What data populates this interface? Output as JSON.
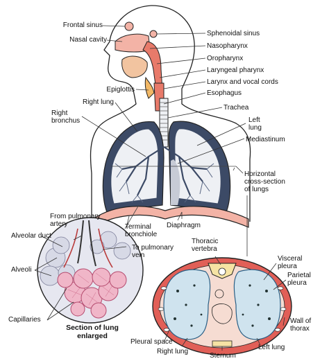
{
  "labels": {
    "frontal_sinus": "Frontal sinus",
    "nasal_cavity": "Nasal cavity",
    "sphenoidal_sinus": "Sphenoidal sinus",
    "nasopharynx": "Nasopharynx",
    "oropharynx": "Oropharynx",
    "laryngeal_pharynx": "Laryngeal pharynx",
    "larynx_vocal_cords": "Larynx and vocal cords",
    "epiglottis": "Epiglottis",
    "esophagus": "Esophagus",
    "right_lung": "Right lung",
    "trachea": "Trachea",
    "right_bronchus_1": "Right",
    "right_bronchus_2": "bronchus",
    "left_lung_1": "Left",
    "left_lung_2": "lung",
    "mediastinum": "Mediastinum",
    "horizontal_1": "Horizontal",
    "horizontal_2": "cross-section",
    "horizontal_3": "of lungs",
    "from_pulmonary_1": "From pulmonary",
    "from_pulmonary_2": "artery",
    "alveolar_duct": "Alveolar duct",
    "terminal_1": "Terminal",
    "terminal_2": "bronchiole",
    "diaphragm": "Diaphragm",
    "to_pulmonary_1": "To pulmonary",
    "to_pulmonary_2": "vein",
    "thoracic_1": "Thoracic",
    "thoracic_2": "vertebra",
    "alveoli": "Alveoli",
    "visceral_1": "Visceral",
    "visceral_2": "pleura",
    "parietal_1": "Parietal",
    "parietal_2": "pleura",
    "capillaries": "Capillaries",
    "section_1": "Section of lung",
    "section_2": "enlarged",
    "pleural_space": "Pleural space",
    "wall_1": "Wall of",
    "wall_2": "thorax",
    "right_lung_bottom": "Right lung",
    "left_lung_bottom": "Left lung",
    "sternum": "Sternum"
  },
  "colors": {
    "outline": "#222222",
    "nasal": "#f3b3a6",
    "pharynx": "#e87a6a",
    "epiglottis": "#f2b866",
    "lung_fill": "#eef0f4",
    "lung_dark": "#3c4a66",
    "lung_bronchi": "#aab3c6",
    "diaphragm": "#f3b3a6",
    "thorax_wall": "#e15f57",
    "cross_lung": "#cfe3ee",
    "alveoli": "#f0b6c8",
    "bubble": "#e6e7f0"
  }
}
